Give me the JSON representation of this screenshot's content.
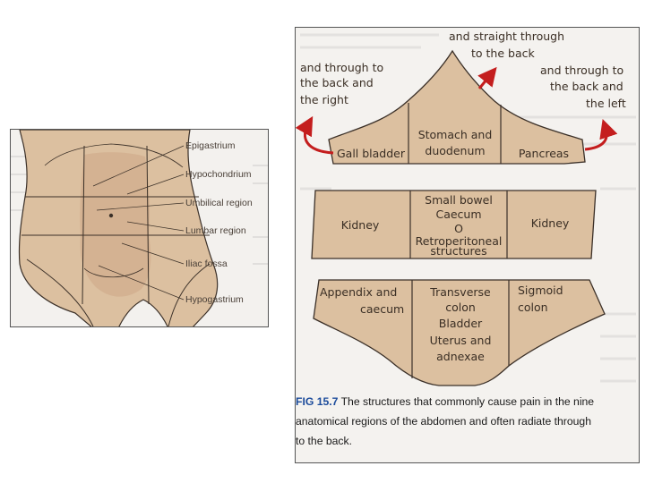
{
  "left_figure": {
    "labels": [
      "Epigastrium",
      "Hypochondrium",
      "Umbilical region",
      "Lumbar region",
      "Iliac fossa",
      "Hypogastrium"
    ]
  },
  "right_figure": {
    "annotations": {
      "straight": [
        "and straight through",
        "to the back"
      ],
      "right": [
        "and through to",
        "the back and",
        "the right"
      ],
      "left": [
        "and through to",
        "the back and",
        "the left"
      ]
    },
    "top_row": {
      "gall_bladder": "Gall bladder",
      "stomach": [
        "Stomach and",
        "duodenum"
      ],
      "pancreas": "Pancreas"
    },
    "middle_row": {
      "kidney_left": "Kidney",
      "center": [
        "Small bowel",
        "Caecum",
        "O",
        "Retroperitoneal",
        "structures"
      ],
      "kidney_right": "Kidney"
    },
    "bottom_row": {
      "appendix": [
        "Appendix and",
        "caecum"
      ],
      "center": [
        "Transverse",
        "colon",
        "Bladder",
        "Uterus and",
        "adnexae"
      ],
      "sigmoid": [
        "Sigmoid",
        "colon"
      ]
    },
    "caption": {
      "fig_number": "FIG 15.7",
      "lines": [
        "The structures that commonly cause pain in the nine",
        "anatomical regions of the abdomen and often radiate through",
        "to the back."
      ]
    }
  },
  "colors": {
    "skin": "#dcc0a0",
    "skin_dark": "#cfa988",
    "outline": "#3b3028",
    "arrow": "#c41e1e",
    "caption_tag": "#1b4b9b"
  }
}
